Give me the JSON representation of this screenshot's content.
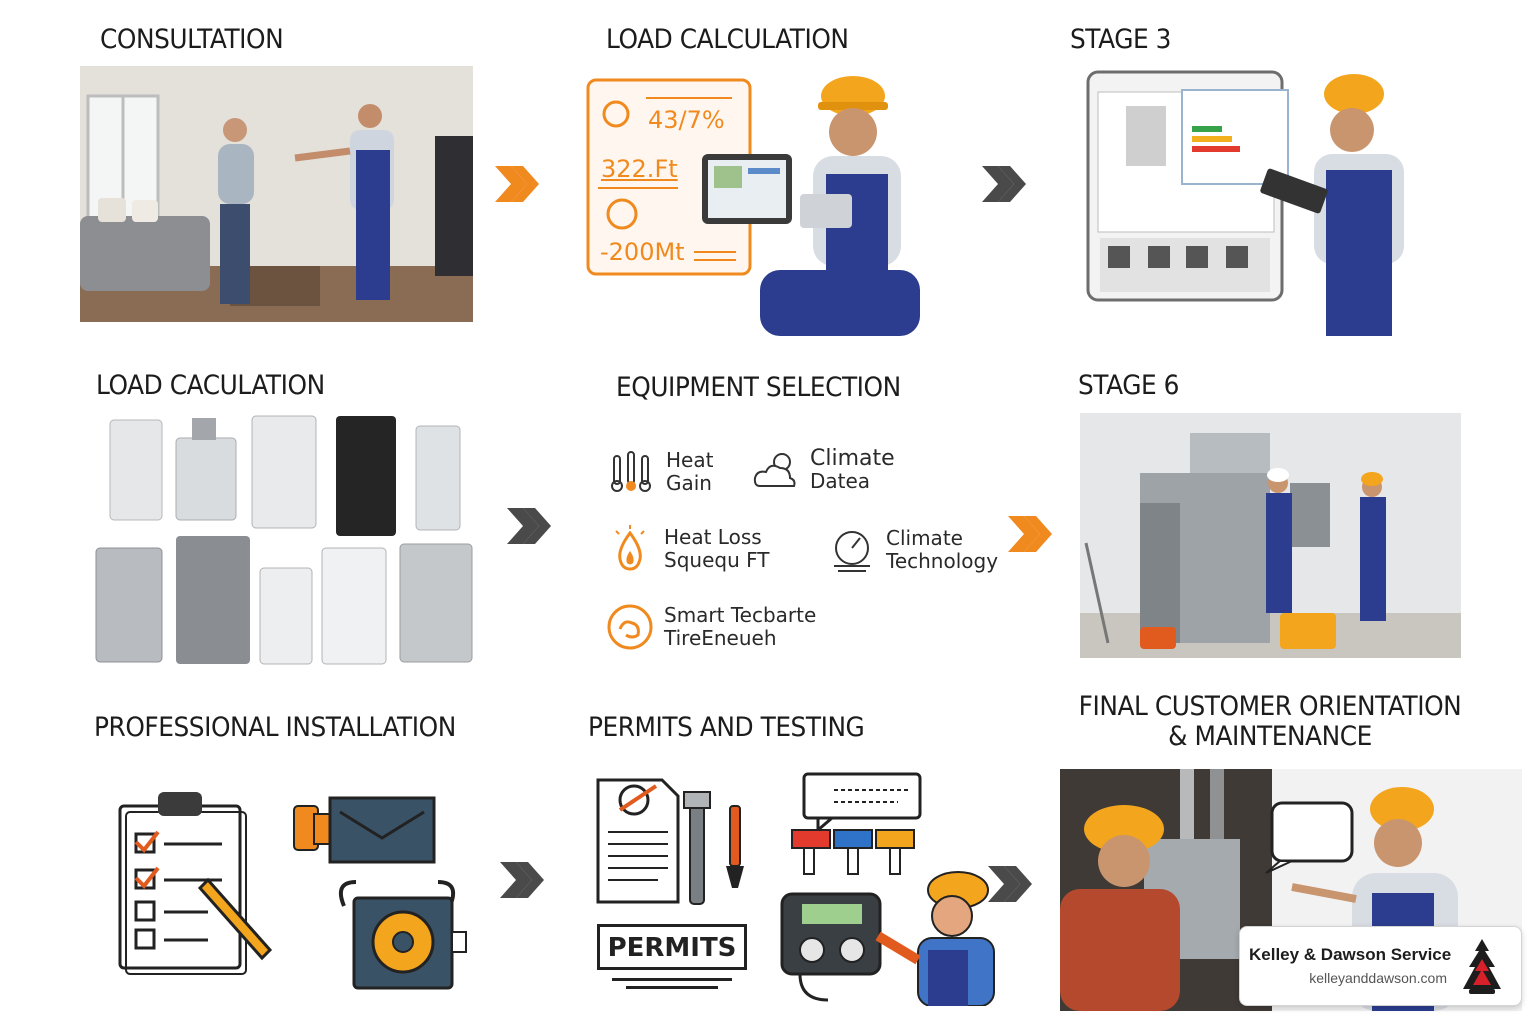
{
  "stages": [
    {
      "title": "CONSULTATION"
    },
    {
      "title": "LOAD CALCULATION",
      "readouts": [
        "43/7%",
        "322.Ft",
        "-200Mt"
      ]
    },
    {
      "title": "STAGE 3"
    },
    {
      "title": "LOAD CACULATION"
    },
    {
      "title": "EQUIPMENT SELECTION"
    },
    {
      "title": "STAGE 6"
    },
    {
      "title": "PROFESSIONAL INSTALLATION"
    },
    {
      "title": "PERMITS AND TESTING",
      "sign": "PERMITS"
    },
    {
      "title_lines": [
        "FINAL CUSTOMER ORIENTATION",
        "& MAINTENANCE"
      ]
    }
  ],
  "equipment_items": [
    {
      "icon": "thermometer-icon",
      "lines": [
        "Heat",
        "Gain"
      ]
    },
    {
      "icon": "cloud-sun-icon",
      "lines": [
        "Climate",
        "Datea"
      ]
    },
    {
      "icon": "flame-drop-icon",
      "lines": [
        "Heat Loss",
        "Squequ FT"
      ]
    },
    {
      "icon": "gauge-icon",
      "lines": [
        "Climate",
        "Technology"
      ]
    },
    {
      "icon": "smart-tech-icon",
      "lines": [
        "Smart Tecbarte",
        "TireEneueh"
      ]
    }
  ],
  "colors": {
    "accent": "#f08a1f",
    "dark_chevron": "#4a4a4a",
    "navy": "#2c3d8f",
    "hardhat": "#f3a51d"
  },
  "brand": {
    "name": "Kelley & Dawson Service",
    "url": "kelleyanddawson.com"
  }
}
